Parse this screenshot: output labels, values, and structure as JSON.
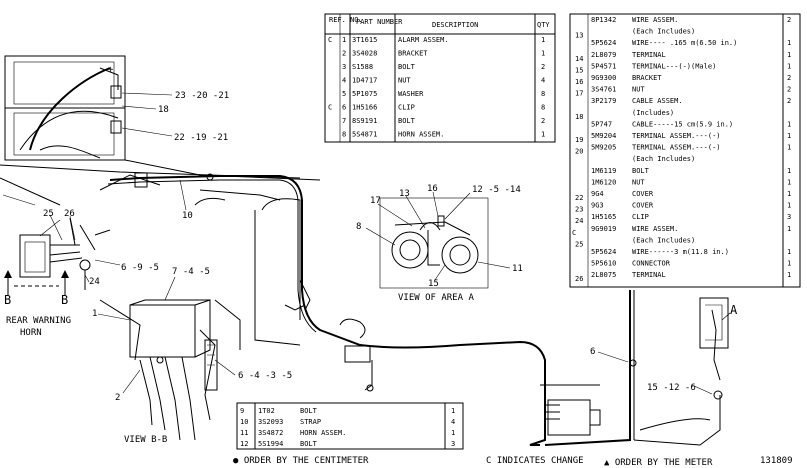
{
  "parts_table_top": {
    "headers": [
      "REF. NO.",
      "PART NUMBER",
      "DESCRIPTION",
      "QTY"
    ],
    "rows": [
      {
        "c": "C",
        "ref": "1",
        "part": "3T1615",
        "desc": "ALARM ASSEM.",
        "qty": "1"
      },
      {
        "c": "",
        "ref": "2",
        "part": "3S4028",
        "desc": "BRACKET",
        "qty": "1"
      },
      {
        "c": "",
        "ref": "3",
        "part": "S1588",
        "desc": "BOLT",
        "qty": "2"
      },
      {
        "c": "",
        "ref": "4",
        "part": "1D4717",
        "desc": "NUT",
        "qty": "4"
      },
      {
        "c": "",
        "ref": "5",
        "part": "5P1075",
        "desc": "WASHER",
        "qty": "8"
      },
      {
        "c": "C",
        "ref": "6",
        "part": "1H5166",
        "desc": "CLIP",
        "qty": "8"
      },
      {
        "c": "",
        "ref": "7",
        "part": "8S9191",
        "desc": "BOLT",
        "qty": "2"
      },
      {
        "c": "",
        "ref": "8",
        "part": "5S4871",
        "desc": "HORN ASSEM.",
        "qty": "1"
      }
    ]
  },
  "parts_table_right": [
    {
      "c": "",
      "ref": "",
      "part": "8P1342",
      "desc": "WIRE ASSEM.",
      "qty": "2"
    },
    {
      "c": "",
      "ref": "13",
      "part": "",
      "desc": "(Each Includes)",
      "qty": ""
    },
    {
      "c": "",
      "ref": "",
      "part": "5P5624",
      "desc": "WIRE---- .165 m(6.50 in.)",
      "qty": "1"
    },
    {
      "c": "",
      "ref": "14",
      "part": "2L8079",
      "desc": "TERMINAL",
      "qty": "1"
    },
    {
      "c": "",
      "ref": "15",
      "part": "5P4571",
      "desc": "TERMINAL---(-)(Male)",
      "qty": "1"
    },
    {
      "c": "",
      "ref": "16",
      "part": "9G9300",
      "desc": "BRACKET",
      "qty": "2"
    },
    {
      "c": "",
      "ref": "17",
      "part": "3S4761",
      "desc": "NUT",
      "qty": "2"
    },
    {
      "c": "",
      "ref": "",
      "part": "3P2179",
      "desc": "CABLE ASSEM.",
      "qty": "2"
    },
    {
      "c": "",
      "ref": "18",
      "part": "",
      "desc": "(Includes)",
      "qty": ""
    },
    {
      "c": "",
      "ref": "",
      "part": "5P747",
      "desc": "CABLE-----15 cm(5.9 in.)",
      "qty": "1"
    },
    {
      "c": "",
      "ref": "19",
      "part": "5M9204",
      "desc": "TERMINAL ASSEM.---(-)",
      "qty": "1"
    },
    {
      "c": "",
      "ref": "20",
      "part": "5M9205",
      "desc": "TERMINAL ASSEM.---(-)",
      "qty": "1"
    },
    {
      "c": "",
      "ref": "",
      "part": "",
      "desc": "(Each Includes)",
      "qty": ""
    },
    {
      "c": "",
      "ref": "",
      "part": "1M6119",
      "desc": "BOLT",
      "qty": "1"
    },
    {
      "c": "",
      "ref": "",
      "part": "1M6120",
      "desc": "NUT",
      "qty": "1"
    },
    {
      "c": "",
      "ref": "22",
      "part": "9G4",
      "desc": "COVER",
      "qty": "1"
    },
    {
      "c": "",
      "ref": "23",
      "part": "9G3",
      "desc": "COVER",
      "qty": "1"
    },
    {
      "c": "",
      "ref": "24",
      "part": "1H5165",
      "desc": "CLIP",
      "qty": "3"
    },
    {
      "c": "C",
      "ref": "",
      "part": "9G9019",
      "desc": "WIRE ASSEM.",
      "qty": "1"
    },
    {
      "c": "",
      "ref": "25",
      "part": "",
      "desc": "(Each Includes)",
      "qty": ""
    },
    {
      "c": "",
      "ref": "",
      "part": "5P5624",
      "desc": "WIRE------3 m(11.8 in.)",
      "qty": "1"
    },
    {
      "c": "",
      "ref": "",
      "part": "5P5610",
      "desc": "CONNECTOR",
      "qty": "1"
    },
    {
      "c": "",
      "ref": "26",
      "part": "2L8075",
      "desc": "TERMINAL",
      "qty": "1"
    }
  ],
  "parts_table_bottom": [
    {
      "ref": "9",
      "part": "1T02",
      "desc": "BOLT",
      "qty": "1"
    },
    {
      "ref": "10",
      "part": "3S2093",
      "desc": "STRAP",
      "qty": "4"
    },
    {
      "ref": "11",
      "part": "3S4872",
      "desc": "HORN ASSEM.",
      "qty": "1"
    },
    {
      "ref": "12",
      "part": "5S1994",
      "desc": "BOLT",
      "qty": "3"
    }
  ],
  "callouts": {
    "c1": "23 -20 -21",
    "c2": "18",
    "c3": "22 -19 -21",
    "c4": "10",
    "c5": "25",
    "c6": "26",
    "c7": "6 -9 -5",
    "c8": "24",
    "c9": "7 -4 -5",
    "c10": "1",
    "c11": "2",
    "c12": "6 -4 -3 -5",
    "c13": "17",
    "c14": "13",
    "c15": "16",
    "c16": "12 -5 -14",
    "c17": "8",
    "c18": "11",
    "c19": "15",
    "c20": "6",
    "c21": "15 -12 -6",
    "c22": "A",
    "b_left": "B",
    "b_right": "B"
  },
  "labels": {
    "rear_warning_horn_1": "REAR WARNING",
    "rear_warning_horn_2": "HORN",
    "view_area_a": "VIEW OF AREA A",
    "view_b_b": "VIEW B-B"
  },
  "footer": {
    "order_centimeter": "ORDER BY THE CENTIMETER",
    "c_indicates": "C INDICATES CHANGE",
    "order_meter": "ORDER BY THE METER",
    "drawing_number": "131809"
  }
}
